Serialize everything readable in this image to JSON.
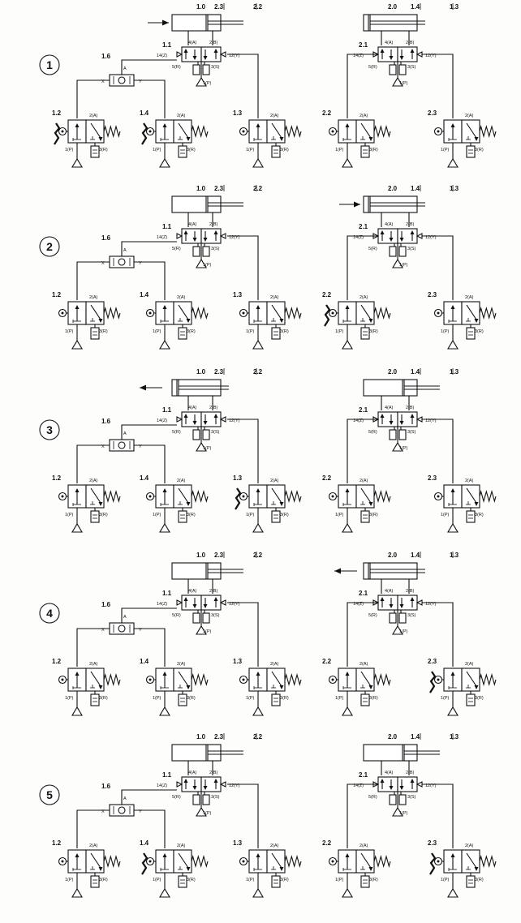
{
  "steps": [
    "1",
    "2",
    "3",
    "4",
    "5"
  ],
  "left_circuit": {
    "cylinder": "1.0",
    "limit_labels": [
      "2.3",
      "2.2"
    ],
    "valve": "1.1",
    "shuttle": "1.6",
    "shuttle_ports": {
      "x": "X",
      "y": "Y",
      "a": "A"
    },
    "buttons": [
      "1.2",
      "1.4",
      "1.3"
    ]
  },
  "right_circuit": {
    "cylinder": "2.0",
    "limit_labels": [
      "1.4",
      "1.3"
    ],
    "valve": "2.1",
    "buttons": [
      "2.2",
      "2.3"
    ]
  },
  "valve_ports": {
    "p4": "4(A)",
    "p2": "2(B)",
    "p14": "14(Z)",
    "p12": "12(Y)",
    "p5": "5(R)",
    "p3": "3(S)",
    "p1": "1(P)"
  },
  "button_ports": {
    "out": "2(A)",
    "supply": "1(P)",
    "exhaust": "3(R)"
  },
  "rows": [
    {
      "left_arrow": "right",
      "right_arrow": "none",
      "actuated": [
        "1.2",
        "1.4"
      ]
    },
    {
      "left_arrow": "none",
      "right_arrow": "right",
      "actuated": [
        "2.2"
      ]
    },
    {
      "left_arrow": "left",
      "right_arrow": "none",
      "actuated": [
        "1.3"
      ]
    },
    {
      "left_arrow": "none",
      "right_arrow": "left",
      "actuated": [
        "2.3"
      ]
    },
    {
      "left_arrow": "none",
      "right_arrow": "none",
      "actuated": [
        "1.4",
        "2.3"
      ]
    }
  ]
}
